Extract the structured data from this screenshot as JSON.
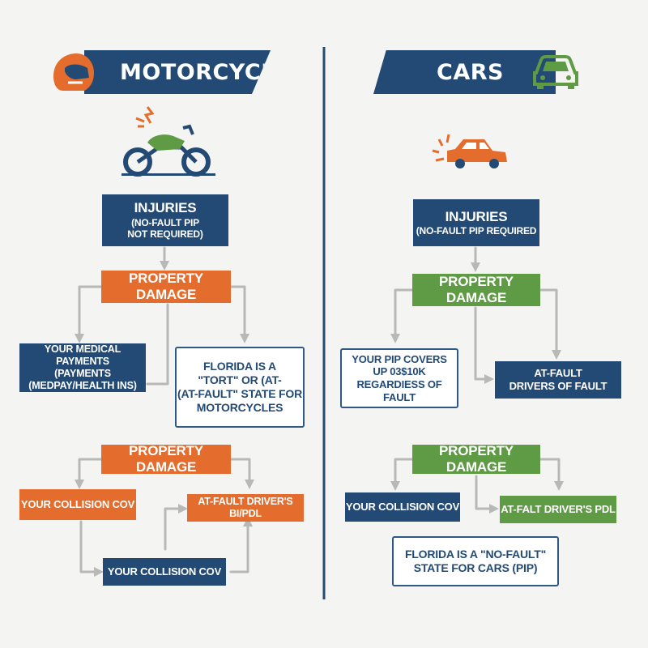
{
  "motorcycles": {
    "banner": "MOTORCYCLES",
    "injuries": {
      "title": "INJURIES",
      "line1": "(NO-FAULT PIP",
      "line2": "NOT REQUIRED)"
    },
    "property_damage_1": "PROPERTY DAMAGE",
    "medical": {
      "line1": "YOUR MEDICAL PAYMENTS",
      "line2": "(PAYMENTS",
      "line3": "(MEDPAY/HEALTH INS)"
    },
    "tort_note": {
      "line1": "FLORIDA IS A",
      "line2": "\"TORT\" OR (AT-",
      "line3": "(AT-FAULT\" STATE FOR",
      "line4": "MOTORCYCLES"
    },
    "property_damage_2": "PROPERTY DAMAGE",
    "collision_1": "YOUR COLLISION COV",
    "at_fault_bipdl": "AT-FAULT DRIVER'S BI/PDL",
    "collision_2": "YOUR COLLISION COV"
  },
  "cars": {
    "banner": "CARS",
    "injuries": {
      "title": "INJURIES",
      "line1": "(NO-FAULT PIP REQUIRED"
    },
    "property_damage_1": "PROPERTY DAMAGE",
    "pip": {
      "line1": "YOUR PIP COVERS",
      "line2": "UP 03$10K",
      "line3": "REGARDIESS OF FAULT"
    },
    "at_fault_drivers": {
      "line1": "AT-FAULT",
      "line2": "DRIVERS OF FAULT"
    },
    "property_damage_2": "PROPERTY DAMAGE",
    "collision": "YOUR COLLISION COV",
    "at_fault_pdl": "AT-FALT DRIVER'S PDL",
    "no_fault_note": {
      "line1": "FLORIDA IS A \"NO-FAULT\"",
      "line2": "STATE FOR CARS (PIP)"
    }
  },
  "colors": {
    "navy": "#234a74",
    "orange": "#e46c2d",
    "green": "#5f9a44",
    "connector": "#b8b8b8"
  },
  "icons": [
    "helmet-icon",
    "motorcycle-icon",
    "car-icon",
    "car-crash-icon"
  ]
}
